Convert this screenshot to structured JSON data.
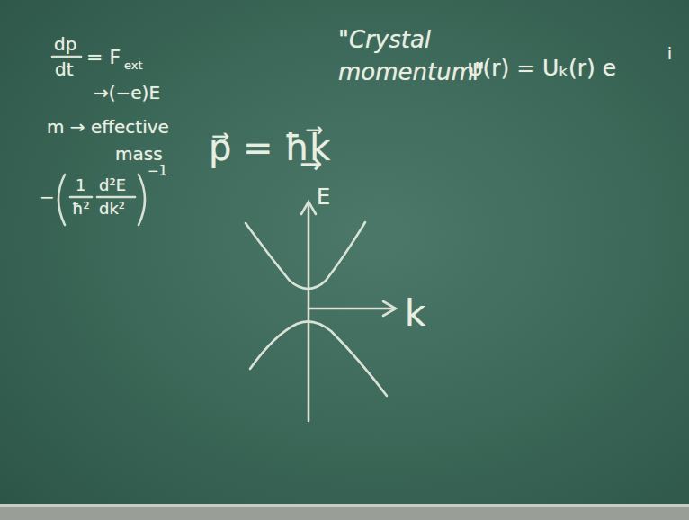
{
  "diagram": {
    "labels": [
      "p⃗ = ħk⃗",
      "→",
      "\"Crystal momentum\"",
      "ψ(r) = Uₖ(r) e",
      "i",
      "dp",
      "dt",
      "= F",
      "ext",
      "→(−e)E",
      "m → effective",
      "mass",
      "−",
      "1",
      "ħ²",
      "d²E",
      "dk²",
      "−1",
      "E",
      "k"
    ]
  }
}
